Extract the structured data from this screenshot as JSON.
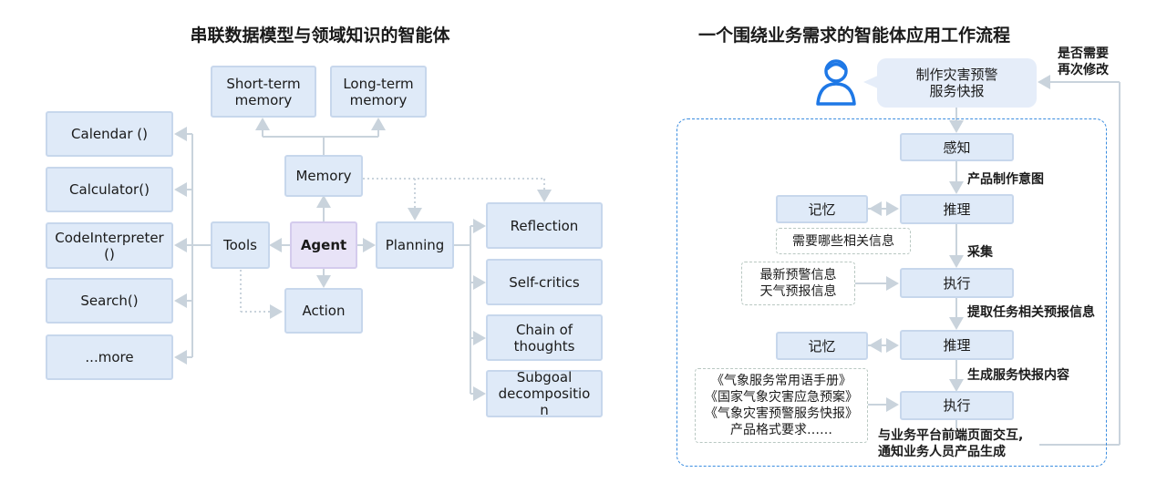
{
  "left": {
    "title": "串联数据模型与领域知识的智能体",
    "short_term": "Short-term\nmemory",
    "long_term": "Long-term\nmemory",
    "memory": "Memory",
    "agent": "Agent",
    "tools": "Tools",
    "planning": "Planning",
    "action": "Action",
    "tool_items": [
      "Calendar ()",
      "Calculator()",
      "CodeInterpreter\n()",
      "Search()",
      "...more"
    ],
    "plan_items": [
      "Reflection",
      "Self-critics",
      "Chain of\nthoughts",
      "Subgoal\ndecompositio\nn"
    ]
  },
  "right": {
    "title": "一个围绕业务需求的智能体应用工作流程",
    "request": "制作灾害预警\n服务快报",
    "revise_label": "是否需要\n再次修改",
    "perceive": "感知",
    "label_intent": "产品制作意图",
    "memory1": "记忆",
    "reason1": "推理",
    "note_info": "需要哪些相关信息",
    "label_collect": "采集",
    "note_inputs": "最新预警信息\n天气预报信息",
    "exec1": "执行",
    "label_extract": "提取任务相关预报信息",
    "memory2": "记忆",
    "reason2": "推理",
    "label_generate": "生成服务快报内容",
    "note_docs": "《气象服务常用语手册》\n《国家气象灾害应急预案》\n《气象灾害预警服务快报》\n产品格式要求……",
    "exec2": "执行",
    "label_interact": "与业务平台前端页面交互,\n通知业务人员产品生成"
  },
  "colors": {
    "box": "#dfeaf8",
    "agent": "#e8e3f7",
    "line": "#c9d3dc",
    "frame": "#3b8de0",
    "icon": "#1e78e6"
  }
}
